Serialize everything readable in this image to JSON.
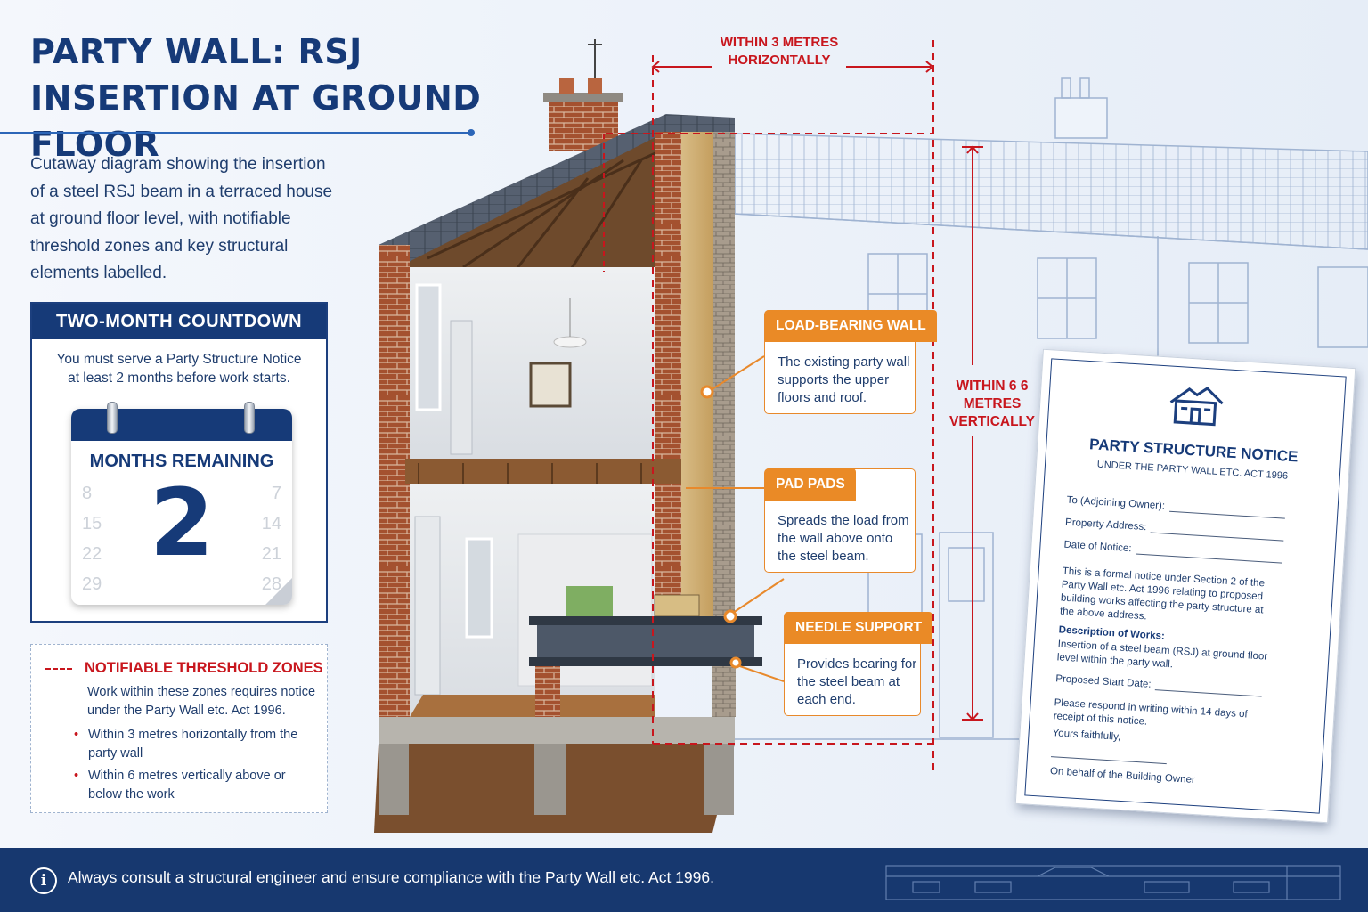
{
  "title": "PARTY WALL: RSJ INSERTION AT GROUND FLOOR",
  "subtitle": "Cutaway diagram showing the insertion of a steel RSJ beam in a terraced house at ground floor level, with notifiable threshold zones and key structural elements labelled.",
  "countdown": {
    "heading": "TWO-MONTH COUNTDOWN",
    "description": "You must serve a Party Structure Notice at least 2 months before work starts.",
    "calendar_label": "MONTHS REMAINING",
    "months_remaining": "2",
    "left_dates": [
      "8",
      "15",
      "22",
      "29"
    ],
    "right_dates": [
      "7",
      "14",
      "21",
      "28"
    ]
  },
  "threshold": {
    "heading": "NOTIFIABLE THRESHOLD ZONES",
    "description": "Work within these zones requires notice under the Party Wall etc. Act 1996.",
    "items": [
      "Within 3 metres horizontally from the party wall",
      "Within 6 metres vertically above or below the work"
    ]
  },
  "dimensions": {
    "horizontal": "WITHIN 3 METRES HORIZONTALLY",
    "vertical": "WITHIN 6 6 METRES VERTICALLY"
  },
  "callouts": [
    {
      "heading": "LOAD-BEARING WALL",
      "body": "The existing party wall supports the upper floors and roof."
    },
    {
      "heading": "PAD PADS",
      "body": "Spreads the load from the wall above onto the steel beam."
    },
    {
      "heading": "NEEDLE SUPPORT",
      "body": "Provides bearing for the steel beam at each end."
    }
  ],
  "notice": {
    "title": "PARTY STRUCTURE NOTICE",
    "act": "UNDER THE PARTY WALL ETC. ACT 1996",
    "to_label": "To (Adjoining Owner):",
    "address_label": "Property Address:",
    "date_label": "Date of Notice:",
    "body": "This is a formal notice under Section 2 of the Party Wall etc. Act 1996 relating to proposed building works affecting the party structure at the above address.",
    "works_label": "Description of Works:",
    "works": "Insertion of a steel beam (RSJ) at ground floor level within the party wall.",
    "start_label": "Proposed Start Date:",
    "respond": "Please respond in writing within 14 days of receipt of this notice.",
    "closing": "Yours faithfully,",
    "signature": "On behalf of the Building Owner"
  },
  "footer": {
    "text": "Always consult a structural engineer and ensure compliance with the Party Wall etc. Act 1996."
  },
  "colors": {
    "navy": "#163a78",
    "red": "#c8161d",
    "orange": "#ea8a26"
  }
}
